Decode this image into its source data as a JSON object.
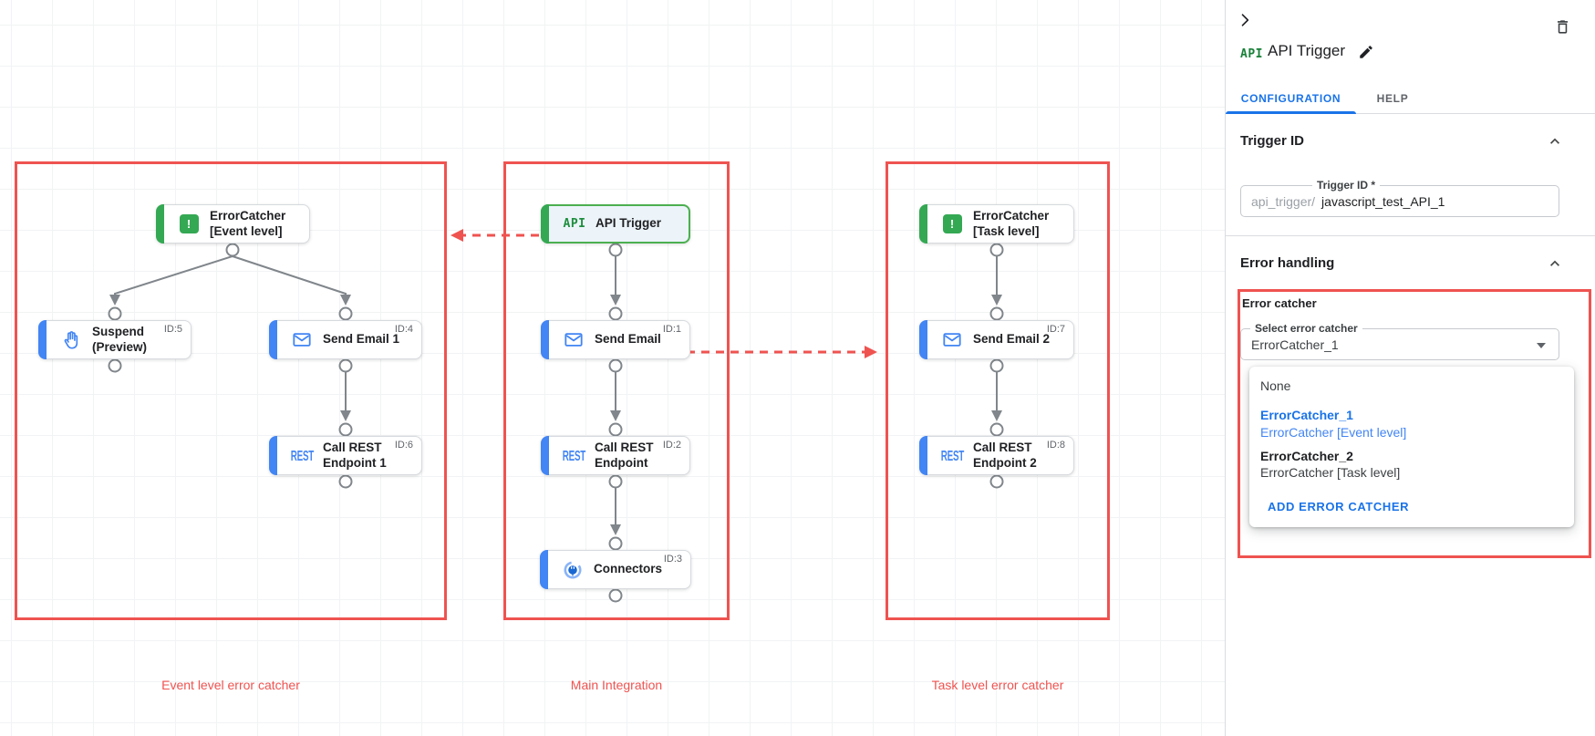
{
  "icons": {
    "api": "API",
    "rest": "REST",
    "error_mark": "!"
  },
  "colors": {
    "red_highlight": "#ef5350",
    "accent_blue": "#4285f4",
    "accent_green": "#34a853",
    "link_blue": "#1a73e8",
    "error_dot": "#e53935"
  },
  "canvas": {
    "groups": [
      {
        "label": "Event level error catcher"
      },
      {
        "label": "Main Integration"
      },
      {
        "label": "Task level error catcher"
      }
    ],
    "nodes": [
      {
        "line1": "ErrorCatcher",
        "line2": "[Event level]"
      },
      {
        "line1": "Suspend",
        "line2": "(Preview)",
        "badge": "ID:5"
      },
      {
        "line1": "Send Email 1",
        "badge": "ID:4"
      },
      {
        "line1": "Call REST",
        "line2": "Endpoint 1",
        "badge": "ID:6"
      },
      {
        "line1": "API Trigger"
      },
      {
        "line1": "Send Email",
        "badge": "ID:1"
      },
      {
        "line1": "Call REST",
        "line2": "Endpoint",
        "badge": "ID:2"
      },
      {
        "line1": "Connectors",
        "badge": "ID:3"
      },
      {
        "line1": "ErrorCatcher",
        "line2": "[Task level]"
      },
      {
        "line1": "Send Email 2",
        "badge": "ID:7"
      },
      {
        "line1": "Call REST",
        "line2": "Endpoint 2",
        "badge": "ID:8"
      }
    ]
  },
  "panel": {
    "badge": "API",
    "title": "API Trigger",
    "tabs": [
      {
        "label": "CONFIGURATION"
      },
      {
        "label": "HELP"
      }
    ],
    "trigger_id": {
      "heading": "Trigger ID",
      "field_label": "Trigger ID *",
      "prefix": "api_trigger/",
      "value": "javascript_test_API_1"
    },
    "error_handling": {
      "heading": "Error handling",
      "group_label": "Error catcher",
      "select_label": "Select error catcher",
      "select_value": "ErrorCatcher_1",
      "options": [
        {
          "name": "None"
        },
        {
          "name": "ErrorCatcher_1",
          "detail": "ErrorCatcher [Event level]"
        },
        {
          "name": "ErrorCatcher_2",
          "detail": "ErrorCatcher [Task level]"
        }
      ],
      "add_button": "ADD ERROR CATCHER"
    }
  }
}
